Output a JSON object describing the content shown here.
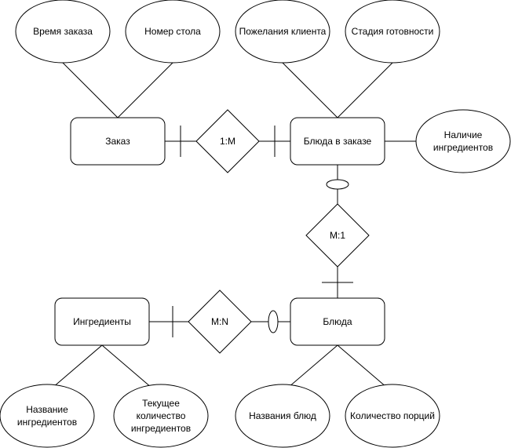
{
  "entities": {
    "order": "Заказ",
    "dishes_in_order": "Блюда в заказе",
    "dishes": "Блюда",
    "ingredients": "Ингредиенты"
  },
  "relationships": {
    "order_dishes_in_order": "1:M",
    "dishes_in_order_dishes": "M:1",
    "ingredients_dishes": "M:N"
  },
  "attributes": {
    "order_time": "Время заказа",
    "table_number": "Номер стола",
    "client_wishes": "Пожелания клиента",
    "readiness_stage": "Стадия готовности",
    "ingredients_available": [
      "Наличие",
      "ингредиентов"
    ],
    "ingredient_name": [
      "Название",
      "ингредиентов"
    ],
    "ingredient_quantity": [
      "Текущее",
      "количество",
      "ингредиентов"
    ],
    "dish_names": "Названия блюд",
    "portion_count": "Количество порций"
  }
}
